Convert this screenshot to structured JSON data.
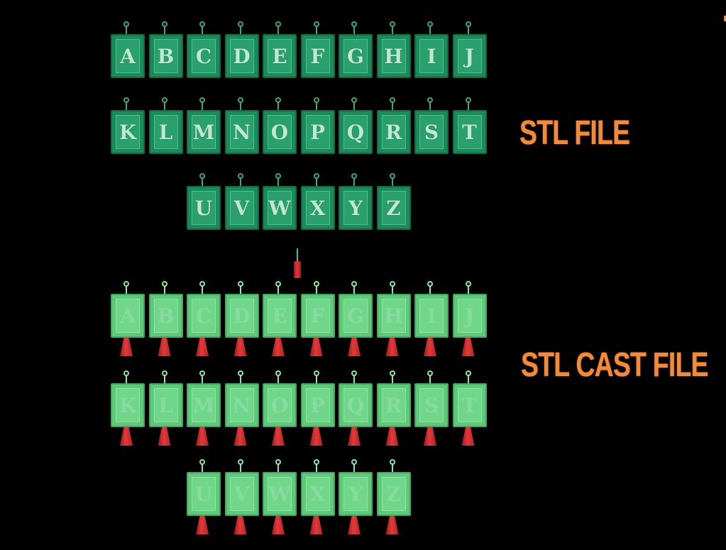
{
  "labels": {
    "stl": "STL FILE",
    "cast": "STL CAST FILE"
  },
  "stl_rows": [
    [
      "A",
      "B",
      "C",
      "D",
      "E",
      "F",
      "G",
      "H",
      "I",
      "J"
    ],
    [
      "K",
      "L",
      "M",
      "N",
      "O",
      "P",
      "Q",
      "R",
      "S",
      "T"
    ],
    [
      "U",
      "V",
      "W",
      "X",
      "Y",
      "Z"
    ]
  ],
  "cast_rows": [
    [
      "A",
      "B",
      "C",
      "D",
      "E",
      "F",
      "G",
      "H",
      "I",
      "J"
    ],
    [
      "K",
      "L",
      "M",
      "N",
      "O",
      "P",
      "Q",
      "R",
      "S",
      "T"
    ],
    [
      "U",
      "V",
      "W",
      "X",
      "Y",
      "Z"
    ]
  ],
  "colors": {
    "background": "#000000",
    "stl_pendant": "#1d8a5c",
    "cast_pendant": "#5fc87a",
    "sprue": "#d02a2e",
    "label": "#f08a3c"
  },
  "icons": {
    "pendant": "letter-pendant-icon",
    "sprue": "casting-sprue-icon",
    "tool": "red-tool-icon"
  }
}
